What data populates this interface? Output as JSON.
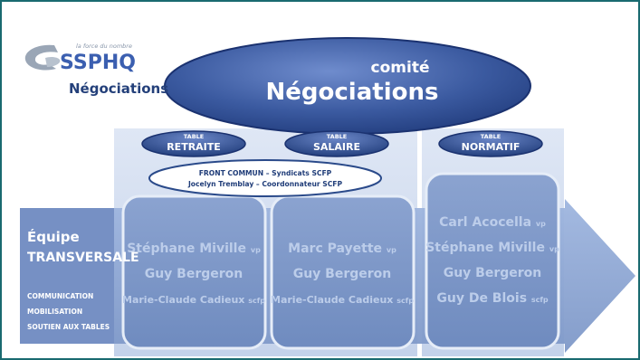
{
  "logo": {
    "tagline": "la force du nombre",
    "name": "SSPHQ",
    "subtitle": "Négociations"
  },
  "comite": {
    "small": "comité",
    "large": "Négociations"
  },
  "tables": [
    {
      "kicker": "TABLE",
      "name": "RETRAITE"
    },
    {
      "kicker": "TABLE",
      "name": "SALAIRE"
    },
    {
      "kicker": "TABLE",
      "name": "NORMATIF"
    }
  ],
  "front_commun": {
    "line1": "FRONT COMMUN – Syndicats SCFP",
    "line2": "Jocelyn Tremblay – Coordonnateur SCFP"
  },
  "equipe": {
    "line1": "Équipe",
    "line2": "TRANSVERSALE",
    "items": [
      "COMMUNICATION",
      "MOBILISATION",
      "SOUTIEN AUX TABLES"
    ]
  },
  "boxes": [
    {
      "members": [
        {
          "name": "Stéphane Miville",
          "role": "vp"
        },
        {
          "name": "Guy Bergeron",
          "role": ""
        },
        {
          "name": "Marie-Claude Cadieux",
          "role": "scfp"
        }
      ]
    },
    {
      "members": [
        {
          "name": "Marc Payette",
          "role": "vp"
        },
        {
          "name": "Guy Bergeron",
          "role": ""
        },
        {
          "name": "Marie-Claude Cadieux",
          "role": "scfp"
        }
      ]
    },
    {
      "members": [
        {
          "name": "Carl Acocella",
          "role": "vp"
        },
        {
          "name": "Stéphane Miville",
          "role": "vp"
        },
        {
          "name": "Guy Bergeron",
          "role": ""
        },
        {
          "name": "Guy De Blois",
          "role": "scfp"
        }
      ]
    }
  ],
  "colors": {
    "frame": "#1a6a70",
    "navy": "#2a4a8a",
    "panel": "#c9d6ec",
    "box": "#7e98c8",
    "box_text": "#b6c8e6",
    "arrow": "#8aa4d2",
    "logo_grey": "#9aa6b6"
  }
}
